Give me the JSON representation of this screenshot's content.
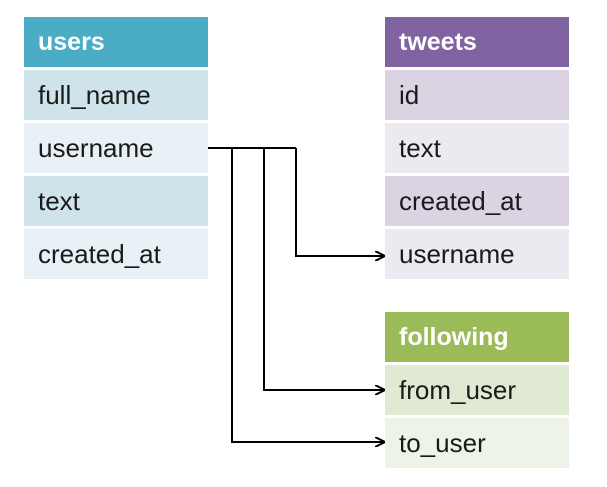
{
  "tables": {
    "users": {
      "name": "users",
      "fields": [
        "full_name",
        "username",
        "text",
        "created_at"
      ],
      "header_color": "#4bacc6"
    },
    "tweets": {
      "name": "tweets",
      "fields": [
        "id",
        "text",
        "created_at",
        "username"
      ],
      "header_color": "#8064a2"
    },
    "following": {
      "name": "following",
      "fields": [
        "from_user",
        "to_user"
      ],
      "header_color": "#9bbb59"
    }
  },
  "relations": [
    {
      "from": "users.username",
      "to": "tweets.username"
    },
    {
      "from": "users.username",
      "to": "following.from_user"
    },
    {
      "from": "users.username",
      "to": "following.to_user"
    }
  ]
}
